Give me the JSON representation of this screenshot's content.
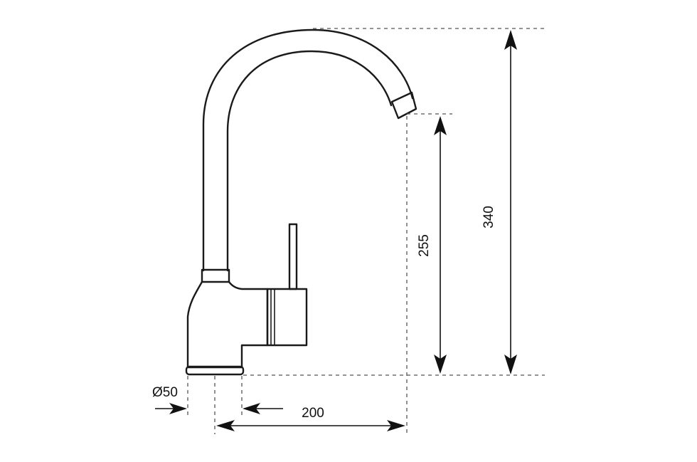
{
  "dimensions": {
    "total_height": "340",
    "spout_height": "255",
    "reach": "200",
    "base_diameter": "Ø50"
  }
}
